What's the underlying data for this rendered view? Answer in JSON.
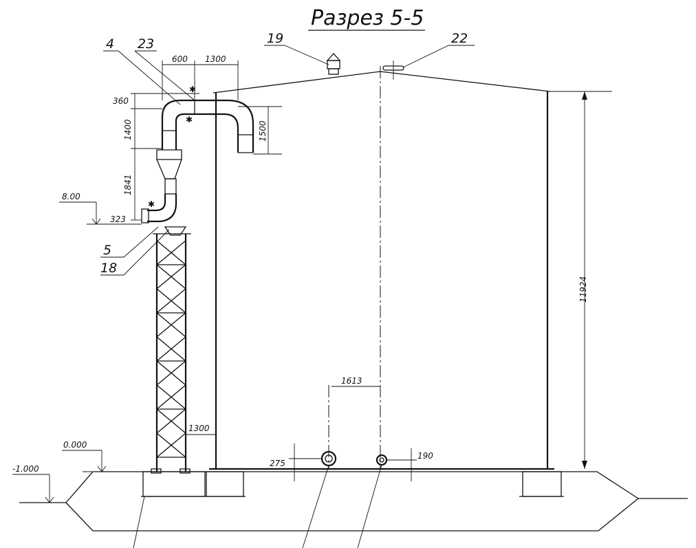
{
  "title": "Разрез 5-5",
  "callouts": {
    "c4": "4",
    "c23": "23",
    "c19": "19",
    "c22": "22",
    "c5": "5",
    "c18": "18"
  },
  "dimensions": {
    "d600": "600",
    "d1300_top": "1300",
    "d360": "360",
    "d1400": "1400",
    "d1841": "1841",
    "d323": "323",
    "d1500": "1500",
    "d11924": "11924",
    "d1613": "1613",
    "d1300_bottom": "1300",
    "d275": "275",
    "d190": "190"
  },
  "levels": {
    "l800": "8.00",
    "l0000": "0.000",
    "lm1000": "-1.000"
  }
}
